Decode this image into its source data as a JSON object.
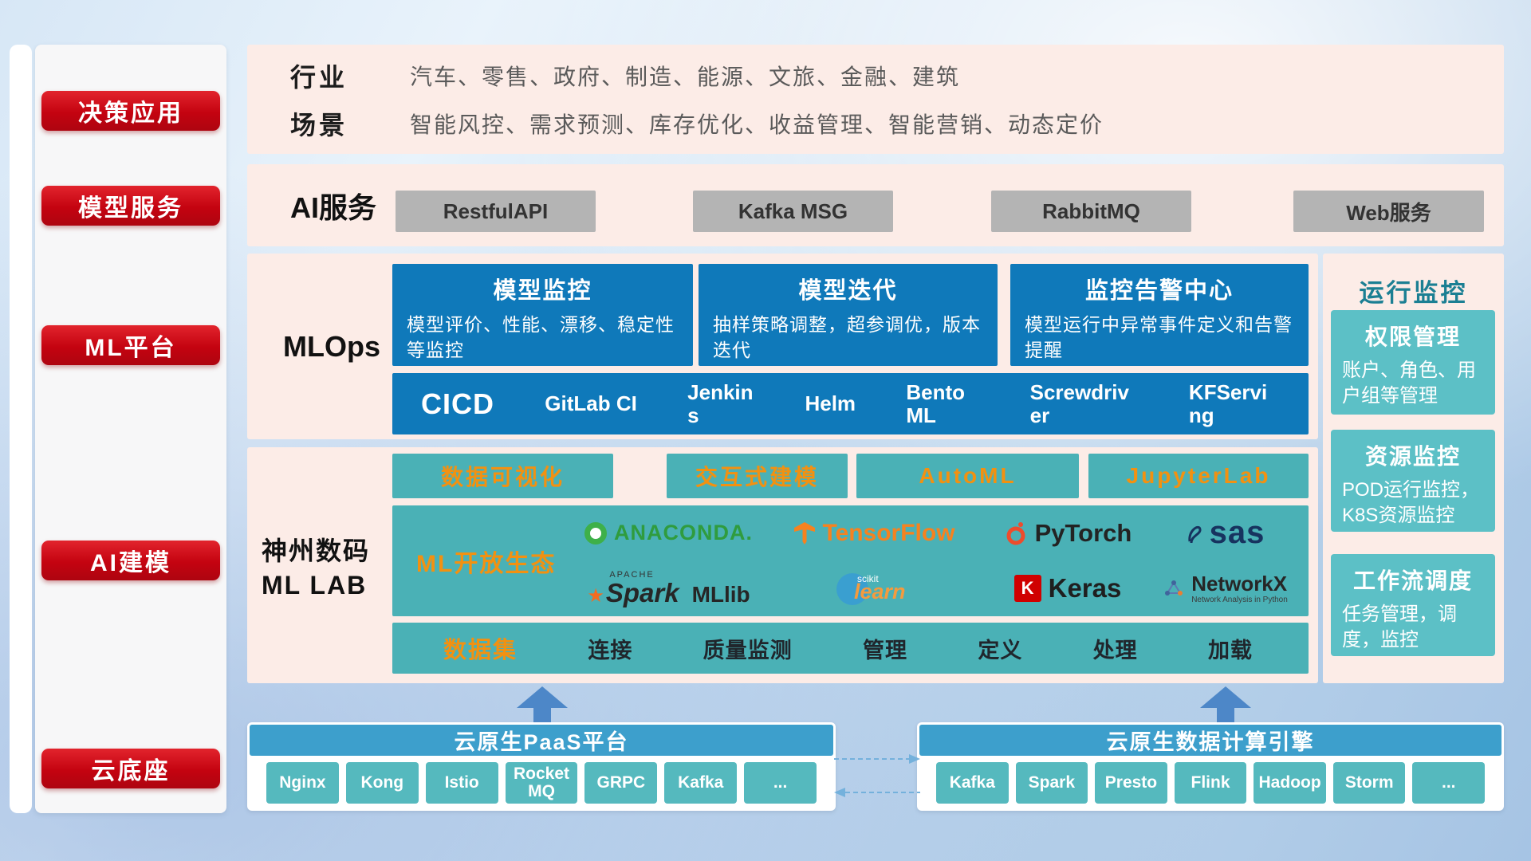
{
  "sidebar": {
    "items": [
      {
        "label": "决策应用"
      },
      {
        "label": "模型服务"
      },
      {
        "label": "ML平台"
      },
      {
        "label": "AI建模"
      },
      {
        "label": "云底座"
      }
    ]
  },
  "industry": {
    "label": "行业",
    "value": "汽车、零售、政府、制造、能源、文旅、金融、建筑"
  },
  "scene": {
    "label": "场景",
    "value": "智能风控、需求预测、库存优化、收益管理、智能营销、动态定价"
  },
  "ai_service": {
    "label": "AI服务",
    "buttons": [
      "RestfulAPI",
      "Kafka MSG",
      "RabbitMQ",
      "Web服务"
    ]
  },
  "mlops": {
    "label": "MLOps",
    "cards": [
      {
        "title": "模型监控",
        "desc": "模型评价、性能、漂移、稳定性等监控"
      },
      {
        "title": "模型迭代",
        "desc": "抽样策略调整，超参调优，版本迭代"
      },
      {
        "title": "监控告警中心",
        "desc": "模型运行中异常事件定义和告警提醒"
      }
    ],
    "cicd_title": "CICD",
    "cicd_items": [
      "GitLab CI",
      "Jenkins",
      "Helm",
      "BentoML",
      "Screwdriver",
      "KFServing"
    ]
  },
  "mllab": {
    "label_line1": "神州数码",
    "label_line2": "ML LAB",
    "tools": [
      "数据可视化",
      "交互式建模",
      "AutoML",
      "JupyterLab"
    ],
    "ecosystem_label": "ML开放生态",
    "logos": {
      "anaconda": "ANACONDA.",
      "tensorflow": "TensorFlow",
      "pytorch": "PyTorch",
      "sas": "sas",
      "apache": "APACHE",
      "spark": "Spark",
      "mllib": "MLlib",
      "scikit_top": "scikit",
      "scikit": "learn",
      "keras_letter": "K",
      "keras": "Keras",
      "networkx": "NetworkX",
      "networkx_sub": "Network Analysis in Python"
    },
    "dataset": {
      "label": "数据集",
      "items": [
        "连接",
        "质量监测",
        "管理",
        "定义",
        "处理",
        "加载"
      ]
    }
  },
  "monitoring": {
    "title": "运行监控",
    "cards": [
      {
        "title": "权限管理",
        "desc": "账户、角色、用户组等管理"
      },
      {
        "title": "资源监控",
        "desc": "POD运行监控，K8S资源监控"
      },
      {
        "title": "工作流调度",
        "desc": "任务管理，调度，监控"
      }
    ]
  },
  "cloud": {
    "left": {
      "title": "云原生PaaS平台",
      "items": [
        "Nginx",
        "Kong",
        "Istio",
        "RocketMQ",
        "GRPC",
        "Kafka",
        "..."
      ]
    },
    "right": {
      "title": "云原生数据计算引擎",
      "items": [
        "Kafka",
        "Spark",
        "Presto",
        "Flink",
        "Hadoop",
        "Storm",
        "..."
      ]
    }
  },
  "colors": {
    "accent_red": "#c40310",
    "panel_pink": "#fcece7",
    "block_blue": "#0f79ba",
    "teal": "#4ab1b6",
    "teal_light": "#5cc0c6",
    "orange": "#f29111",
    "header_blue": "#3d9fcc",
    "bottom_teal": "#55b9be",
    "arrow_blue": "#4d87c8"
  }
}
